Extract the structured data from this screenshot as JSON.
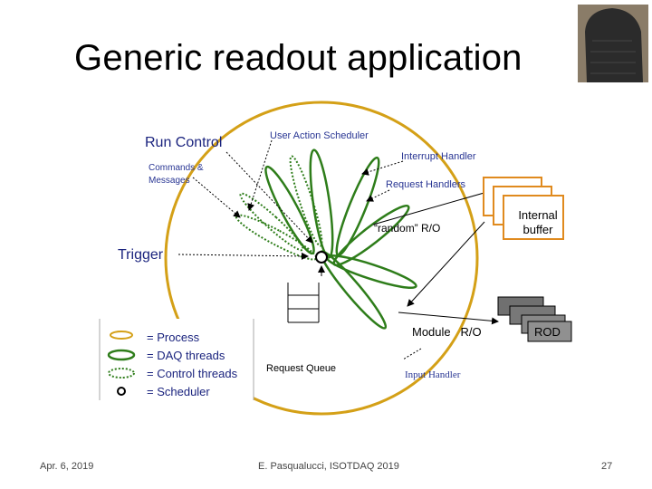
{
  "slide": {
    "title": "Generic readout application",
    "footer_left": "Apr. 6, 2019",
    "footer_center": "E. Pasqualucci, ISOTDAQ 2019",
    "page_number": "27"
  },
  "diagram": {
    "run_control": "Run Control",
    "commands_line1": "Commands &",
    "commands_line2": "Messages",
    "user_action_scheduler": "User Action Scheduler",
    "interrupt_handler": "Interrupt Handler",
    "request_handlers": "Request Handlers",
    "random_ro": "“random” R/O",
    "internal_buffer_line1": "Internal",
    "internal_buffer_line2": "buffer",
    "trigger": "Trigger",
    "module_ro": "Module   R/O",
    "rod": "ROD",
    "request_queue": "Request Queue",
    "input_handler": "Input Handler",
    "legend": [
      {
        "symbol": "process",
        "label": "= Process"
      },
      {
        "symbol": "daq",
        "label": "= DAQ threads"
      },
      {
        "symbol": "control",
        "label": "= Control threads"
      },
      {
        "symbol": "scheduler",
        "label": "= Scheduler"
      }
    ]
  },
  "colors": {
    "process_ring": "#d4a017",
    "thread_green": "#2e7d1a",
    "run_control": "#1a237e",
    "label_blue": "#283593",
    "buffer_orange": "#e08a1e",
    "rod_gray": "#808080"
  },
  "icons": [
    "stone-image"
  ]
}
